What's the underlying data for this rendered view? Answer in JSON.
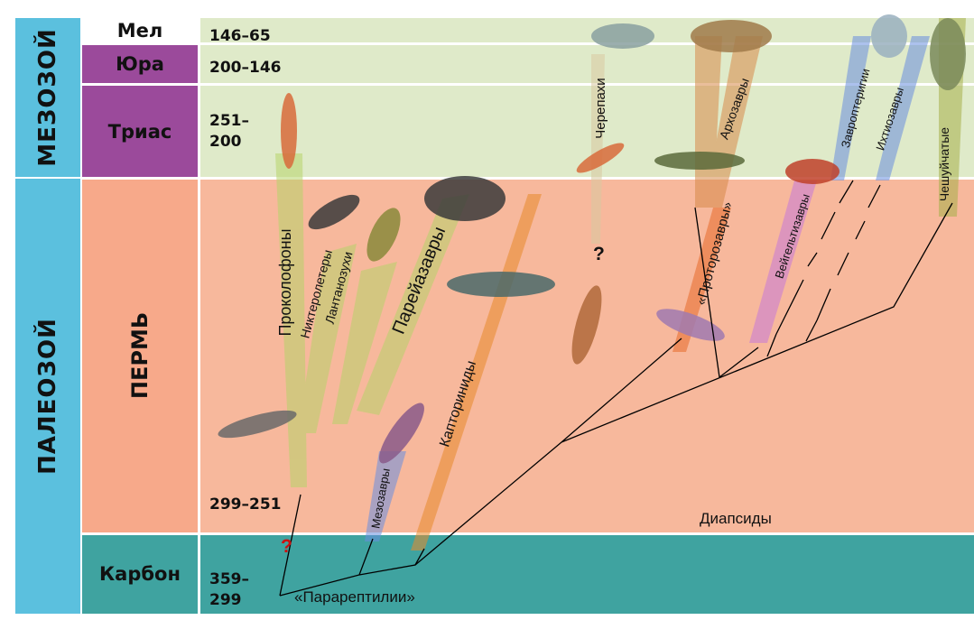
{
  "eras": {
    "mesozoic": "МЕЗОЗОЙ",
    "paleozoic": "ПАЛЕОЗОЙ"
  },
  "periods": {
    "cretaceous": {
      "name": "Мел",
      "age": "146–65"
    },
    "jurassic": {
      "name": "Юра",
      "age": "200–146"
    },
    "triassic": {
      "name": "Триас",
      "age": "251–\n200"
    },
    "permian": {
      "name": "ПЕРМЬ",
      "age": "299–251"
    },
    "carboniferous": {
      "name": "Карбон",
      "age": "359–\n299"
    }
  },
  "clades": {
    "procolophons": "Проколофоны",
    "nycteroleters": "Никтеролетеры",
    "lanthanosuchus": "Лантанозухи",
    "pareiasaurs": "Парейазавры",
    "mesosaurs": "Мезозавры",
    "captorhinids": "Капториниды",
    "turtles": "Черепахи",
    "protorosaurs": "«Проторозавры»",
    "weigeltisaurs": "Вейгельтизавры",
    "archosaurs": "Архозавры",
    "sauropterygians": "Завроптеригии",
    "ichthyosaurs": "Ихтиозавры",
    "squamates": "Чешуйчатые"
  },
  "groups": {
    "diapsids": "Диапсиды",
    "parareptiles": "«Парарептилии»"
  },
  "marks": {
    "question_black": "?",
    "question_red": "?"
  },
  "colors": {
    "era_bg": "#5bc0de",
    "cretaceous_bg": "#ffffff",
    "jurassic_bg": "#9b4a9b",
    "triassic_bg": "#9b4a9b",
    "permian_bg": "#f7a98a",
    "carboniferous_bg": "#40a9a6",
    "mesozoic_bands": "#dde9c6",
    "permian_band": "#f7b79a",
    "carboniferous_band": "#3fa3a0"
  }
}
